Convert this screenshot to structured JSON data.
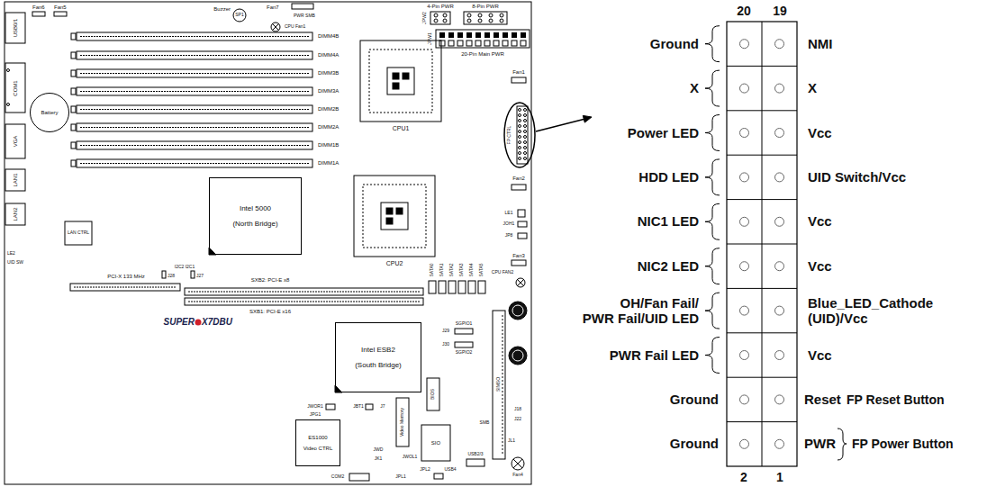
{
  "diagram": {
    "nodes": [
      {
        "text": [
          "Battery"
        ]
      },
      {
        "text": [
          "Intel 5000",
          "(North Bridge)"
        ]
      },
      {
        "text": [
          "Intel ESB2",
          "(South Bridge)"
        ]
      },
      {
        "text": [
          "ES1000",
          "Video CTRL"
        ]
      }
    ],
    "labels": [
      "USB0/1",
      "COM1",
      "VGA",
      "LAN1",
      "LAN2",
      "Fan6",
      "Fan5",
      "Buzzer",
      "SP1",
      "Fan7",
      "PWR SMB",
      "CPU Fan1",
      "DIMM4B",
      "DIMM4A",
      "DIMM3B",
      "DIMM3A",
      "DIMM2B",
      "DIMM2A",
      "DIMM1B",
      "DIMM1A",
      "CPU1",
      "CPU2",
      "4-Pin PWR",
      "8-Pin PWR",
      "JPW2",
      "JPW1",
      "20-Pin Main PWR",
      "Fan1",
      "FP CTRL",
      "Fan2",
      "LE1",
      "JOH1",
      "JP8",
      "Fan3",
      "CPU FAN2",
      "LAN CTRL",
      "LE2",
      "UID SW",
      "PCI-X 133 MHz",
      "I2C2 I2C1",
      "J28",
      "J27",
      "SXB2: PCI-E x8",
      "SXB1: PCI-E x16",
      "SUPER",
      "X7DBU",
      "SATA0",
      "SATA1",
      "SATA2",
      "SATA3",
      "SATA4",
      "SATA5",
      "SGPIO1",
      "J29",
      "J30",
      "SGPIO2",
      "BIOS",
      "Video Memory",
      "SIO",
      "SIMSO",
      "JWOR1",
      "JPG1",
      "JBT1",
      "J7",
      "JWD",
      "JK1",
      "JWOL1",
      "JPL1",
      "JPL2",
      "USB4",
      "USB2/3",
      "COM2",
      "SMB",
      "J18",
      "J22",
      "JL1",
      "Fan4",
      "20",
      "19",
      "Ground",
      "NMI",
      "X",
      "X",
      "Power LED",
      "Vcc",
      "HDD LED",
      "UID Switch/Vcc",
      "NIC1 LED",
      "Vcc",
      "NIC2 LED",
      "Vcc",
      "OH/Fan Fail/ PWR Fail/UID LED",
      "Blue_LED_Cathode (UID)/Vcc",
      "PWR Fail LED",
      "Vcc",
      "Ground",
      "Reset",
      "FP Reset Button",
      "Ground",
      "PWR",
      "FP Power Button",
      "2",
      "1"
    ]
  }
}
